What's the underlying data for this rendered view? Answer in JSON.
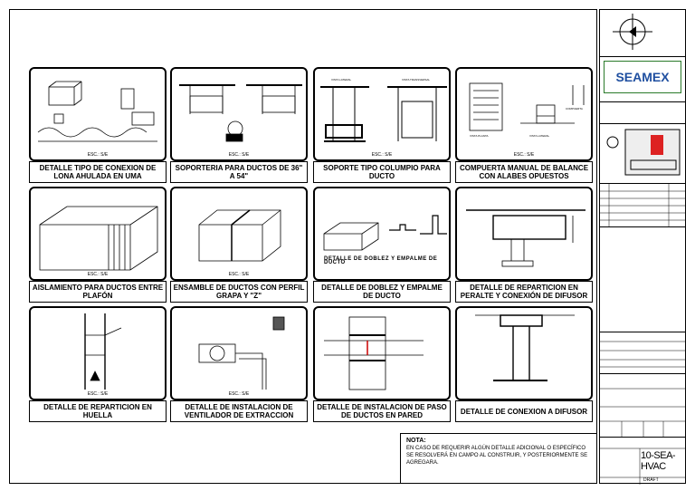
{
  "panels": [
    {
      "caption": "DETALLE TIPO DE CONEXION DE LONA AHULADA EN UMA",
      "scale": "ESC.: S/E",
      "icon": "flexible-connection-drawing"
    },
    {
      "caption": "SOPORTERIA PARA DUCTOS DE 36\" A 54\"",
      "scale": "ESC.: S/E",
      "icon": "duct-support-drawing"
    },
    {
      "caption": "SOPORTE TIPO COLUMPIO PARA DUCTO",
      "scale": "ESC.: S/E",
      "icon": "trapeze-support-drawing",
      "labels": {
        "left": "VISTA LATERAL",
        "right": "VISTA TRANSVERSAL"
      }
    },
    {
      "caption": "COMPUERTA MANUAL DE BALANCE CON ALABES OPUESTOS",
      "scale": "ESC.: S/E",
      "icon": "damper-drawing",
      "labels": {
        "left": "VISTA PLANTA",
        "right": "VISTA LATERAL",
        "top": "COMPUERTA"
      }
    },
    {
      "caption": "AISLAMIENTO PARA DUCTOS ENTRE PLAFÓN",
      "scale": "ESC.: S/E",
      "icon": "insulation-drawing"
    },
    {
      "caption": "ENSAMBLE DE DUCTOS CON PERFIL GRAPA Y \"Z\"",
      "scale": "ESC.: S/E",
      "icon": "duct-assembly-drawing"
    },
    {
      "caption": "DETALLE DE DOBLEZ Y EMPALME DE DUCTO",
      "scale": "",
      "icon": "seam-drawing",
      "labels": {
        "center": "DETALLE DE DOBLEZ Y EMPALME DE DUCTO"
      }
    },
    {
      "caption": "DETALLE DE REPARTICION EN PERALTE Y CONEXIÓN DE DIFUSOR",
      "scale": "",
      "icon": "diffuser-connection-drawing"
    },
    {
      "caption": "DETALLE DE REPARTICION EN HUELLA",
      "scale": "ESC.: S/E",
      "icon": "branch-drawing"
    },
    {
      "caption": "DETALLE DE INSTALACION DE VENTILADOR DE EXTRACCION",
      "scale": "ESC.: S/E",
      "icon": "exhaust-fan-drawing"
    },
    {
      "caption": "DETALLE DE INSTALACION DE PASO DE DUCTOS EN PARED",
      "scale": "",
      "icon": "wall-penetration-drawing"
    },
    {
      "caption": "DETALLE DE CONEXION A DIFUSOR",
      "scale": "",
      "icon": "diffuser-drawing"
    }
  ],
  "note": {
    "title": "NOTA:",
    "text": "EN CASO DE REQUERIR ALGÚN DETALLE ADICIONAL O ESPECÍFICO SE RESOLVERÁ EN CAMPO AL CONSTRUIR, Y POSTERIORMENTE SE AGREGARA."
  },
  "titleblock": {
    "logo": "SEAMEX",
    "drawing_code": "10-SEA-HVAC",
    "status": "DRAFT"
  }
}
